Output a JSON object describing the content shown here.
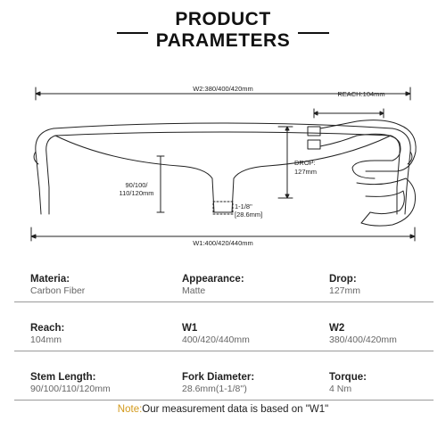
{
  "title_line1": "PRODUCT",
  "title_line2": "PARAMETERS",
  "diagram": {
    "w2_label": "W2:380/400/420mm",
    "w1_label": "W1:400/420/440mm",
    "stem_label_1": "90/100/",
    "stem_label_2": "110/120mm",
    "steerer_label_1": "1-1/8\"",
    "steerer_label_2": "[28.6mm]",
    "reach_label": "REACH:104mm",
    "drop_label_1": "DROP:",
    "drop_label_2": "127mm"
  },
  "params": [
    [
      {
        "label": "Materia:",
        "value": "Carbon Fiber"
      },
      {
        "label": "Appearance:",
        "value": "Matte"
      },
      {
        "label": "Drop:",
        "value": "127mm"
      }
    ],
    [
      {
        "label": "Reach:",
        "value": "104mm"
      },
      {
        "label": "W1",
        "value": "400/420/440mm"
      },
      {
        "label": "W2",
        "value": "380/400/420mm"
      }
    ],
    [
      {
        "label": "Stem Length:",
        "value": "90/100/110/120mm"
      },
      {
        "label": "Fork Diameter:",
        "value": "28.6mm(1-1/8'')"
      },
      {
        "label": "Torque:",
        "value": "4 Nm"
      }
    ]
  ],
  "note": {
    "prefix": "Note:",
    "text": "Our measurement data is based on \"W1\""
  },
  "colors": {
    "note_accent": "#d39a1c",
    "text": "#222222",
    "value_text": "#666666"
  }
}
